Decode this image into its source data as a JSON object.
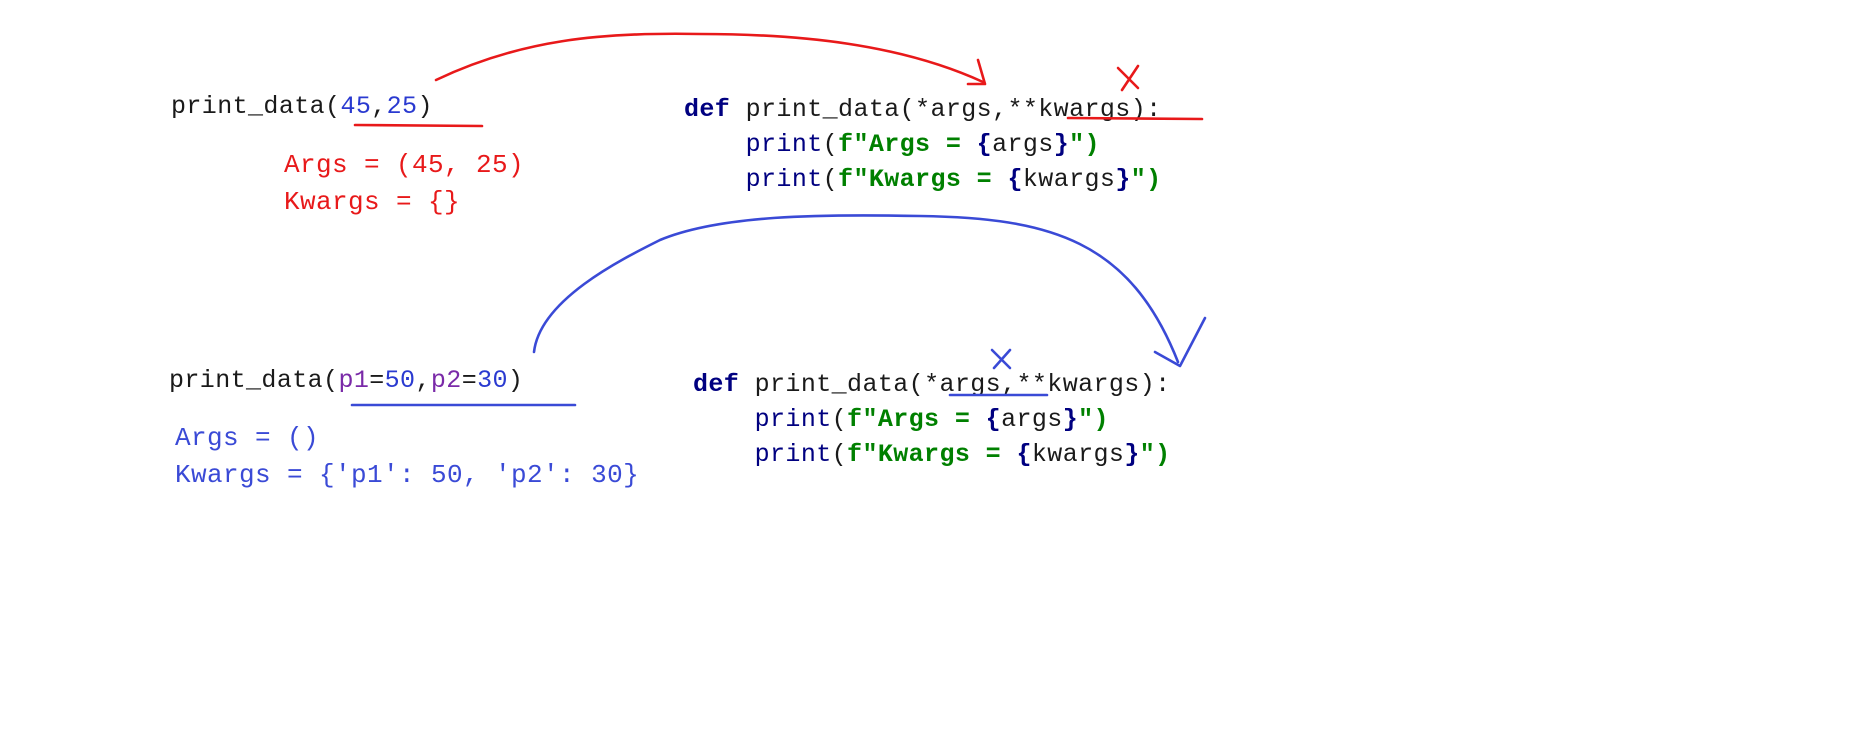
{
  "colors": {
    "red_ink": "#e8191a",
    "blue_ink": "#3a4ad6",
    "keyword": "#000080",
    "string": "#008000"
  },
  "example1": {
    "call": {
      "fn": "print_data",
      "open": "(",
      "arg1": "45",
      "comma": ",",
      "arg2": "25",
      "close": ")"
    },
    "result": {
      "args_line": "Args = (45, 25)",
      "kwargs_line": "Kwargs = {}"
    },
    "def": {
      "kw": "def",
      "sig_pre": "print_data(*args,",
      "sig_kwargs": "**kwargs",
      "sig_post": "):",
      "line2_fn": "print",
      "line2_open": "(",
      "line2_str_a": "f\"Args = ",
      "line2_lb": "{",
      "line2_var": "args",
      "line2_rb": "}",
      "line2_end": "\")",
      "line3_fn": "print",
      "line3_open": "(",
      "line3_str_a": "f\"Kwargs = ",
      "line3_lb": "{",
      "line3_var": "kwargs",
      "line3_rb": "}",
      "line3_end": "\")"
    }
  },
  "example2": {
    "call": {
      "fn": "print_data",
      "open": "(",
      "p1": "p1",
      "eq1": "=",
      "v1": "50",
      "comma": ",",
      "p2": "p2",
      "eq2": "=",
      "v2": "30",
      "close": ")"
    },
    "result": {
      "args_line": "Args = ()",
      "kwargs_line": "Kwargs = {'p1': 50, 'p2': 30}"
    },
    "def": {
      "kw": "def",
      "sig_pre": "print_data(",
      "sig_args": "*args",
      "sig_post": ",**kwargs):",
      "line2_fn": "print",
      "line2_open": "(",
      "line2_str_a": "f\"Args = ",
      "line2_lb": "{",
      "line2_var": "args",
      "line2_rb": "}",
      "line2_end": "\")",
      "line3_fn": "print",
      "line3_open": "(",
      "line3_str_a": "f\"Kwargs = ",
      "line3_lb": "{",
      "line3_var": "kwargs",
      "line3_rb": "}",
      "line3_end": "\")"
    }
  }
}
